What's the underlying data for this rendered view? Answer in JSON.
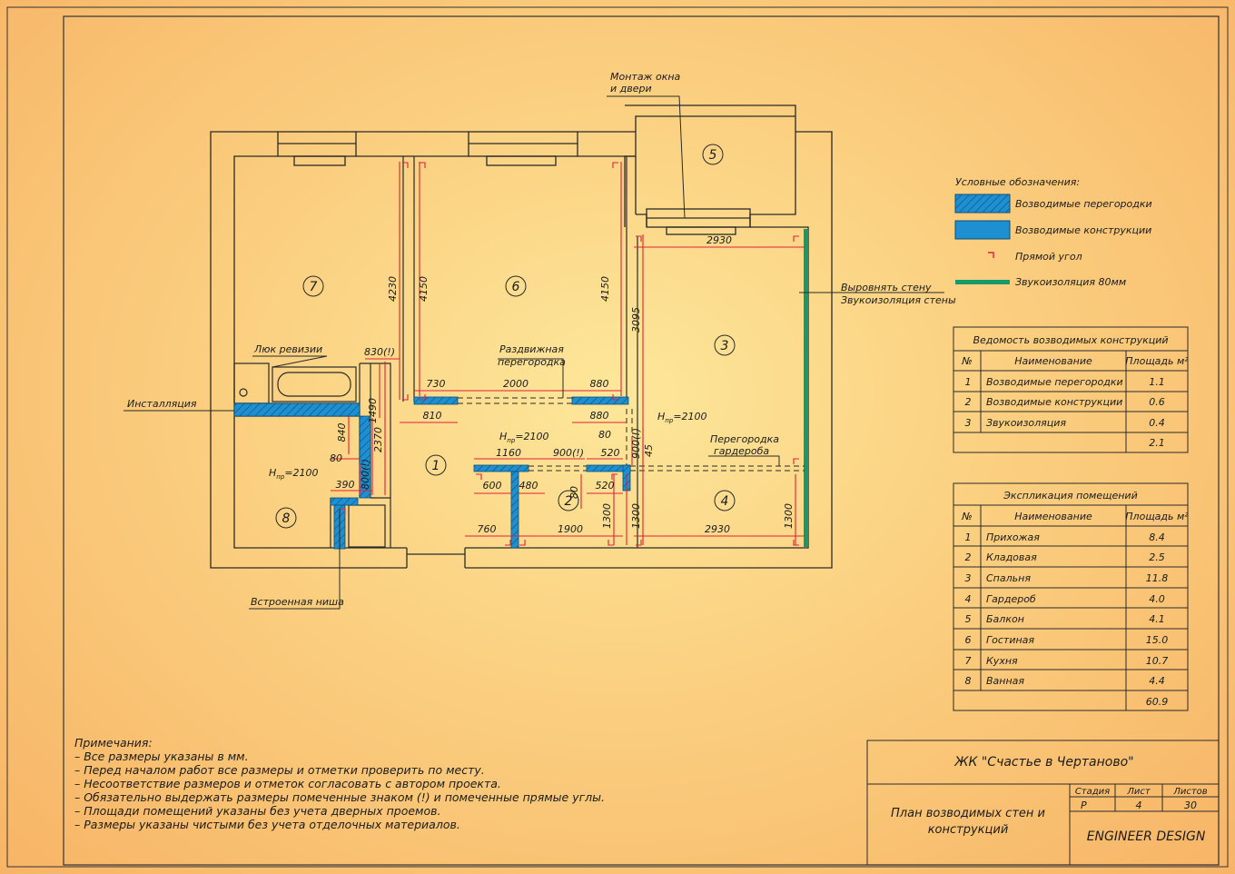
{
  "plan": {
    "rooms": [
      "1",
      "2",
      "3",
      "4",
      "5",
      "6",
      "7",
      "8"
    ],
    "labels": {
      "window_door": [
        "Монтаж окна",
        "и двери"
      ],
      "align_wall": [
        "Выровнять стену",
        "Звукоизоляция стены"
      ],
      "hatch": "Люк ревизии",
      "installation": "Инсталляция",
      "sliding": [
        "Раздвижная",
        "перегородка"
      ],
      "wardrobe": [
        "Перегородка",
        "гардероба"
      ],
      "niche": "Встроенная ниша",
      "h2100": "2100"
    },
    "dims": {
      "d4230": "4230",
      "d4150a": "4150",
      "d4150b": "4150",
      "d3095": "3095",
      "d2930a": "2930",
      "d2930b": "2930",
      "d830": "830(!)",
      "d730": "730",
      "d2000": "2000",
      "d880a": "880",
      "d880b": "880",
      "d810": "810",
      "d1490": "1490",
      "d840": "840",
      "d80a": "80",
      "d2370": "2370",
      "d800": "800(!)",
      "d390": "390",
      "d1160": "1160",
      "d900a": "900(!)",
      "d80b": "80",
      "d520a": "520",
      "d900b": "900(!)",
      "d45": "45",
      "d600": "600",
      "d480": "480",
      "d80c": "80",
      "d520b": "520",
      "d1300a": "1300",
      "d1300b": "1300",
      "d1300c": "1300",
      "d760": "760",
      "d1900": "1900"
    }
  },
  "legend": {
    "title": "Условные обозначения:",
    "items": [
      "Возводимые перегородки",
      "Возводимые конструкции",
      "Прямой угол",
      "Звукоизоляция 80мм"
    ]
  },
  "constructions_table": {
    "title": "Ведомость возводимых конструкций",
    "headers": [
      "№",
      "Наименование",
      "Площадь м²"
    ],
    "rows": [
      [
        "1",
        "Возводимые перегородки",
        "1.1"
      ],
      [
        "2",
        "Возводимые конструкции",
        "0.6"
      ],
      [
        "3",
        "Звукоизоляция",
        "0.4"
      ]
    ],
    "total": "2.1"
  },
  "rooms_table": {
    "title": "Экспликация помещений",
    "headers": [
      "№",
      "Наименование",
      "Площадь м²"
    ],
    "rows": [
      [
        "1",
        "Прихожая",
        "8.4"
      ],
      [
        "2",
        "Кладовая",
        "2.5"
      ],
      [
        "3",
        "Спальня",
        "11.8"
      ],
      [
        "4",
        "Гардероб",
        "4.0"
      ],
      [
        "5",
        "Балкон",
        "4.1"
      ],
      [
        "6",
        "Гостиная",
        "15.0"
      ],
      [
        "7",
        "Кухня",
        "10.7"
      ],
      [
        "8",
        "Ванная",
        "4.4"
      ]
    ],
    "total": "60.9"
  },
  "notes": {
    "title": "Примечания:",
    "lines": [
      "– Все размеры указаны в мм.",
      "– Перед началом работ все размеры и отметки проверить по месту.",
      "– Несоответствие размеров и отметок согласовать с автором проекта.",
      "– Обязательно выдержать размеры помеченные знаком (!) и помеченные прямые углы.",
      "– Площади помещений указаны без учета дверных проемов.",
      "– Размеры указаны чистыми без учета отделочных материалов."
    ]
  },
  "title_block": {
    "project": "ЖК \"Счастье в Чертаново\"",
    "sheet_name": [
      "План возводимых стен и",
      "конструкций"
    ],
    "headers": [
      "Стадия",
      "Лист",
      "Листов"
    ],
    "values": [
      "Р",
      "4",
      "30"
    ],
    "company": "ENGINEER DESIGN"
  },
  "colors": {
    "wall": "#2a2a2a",
    "dim": "#e0203a",
    "blue": "#1e8fd0",
    "green": "#159a6a"
  }
}
